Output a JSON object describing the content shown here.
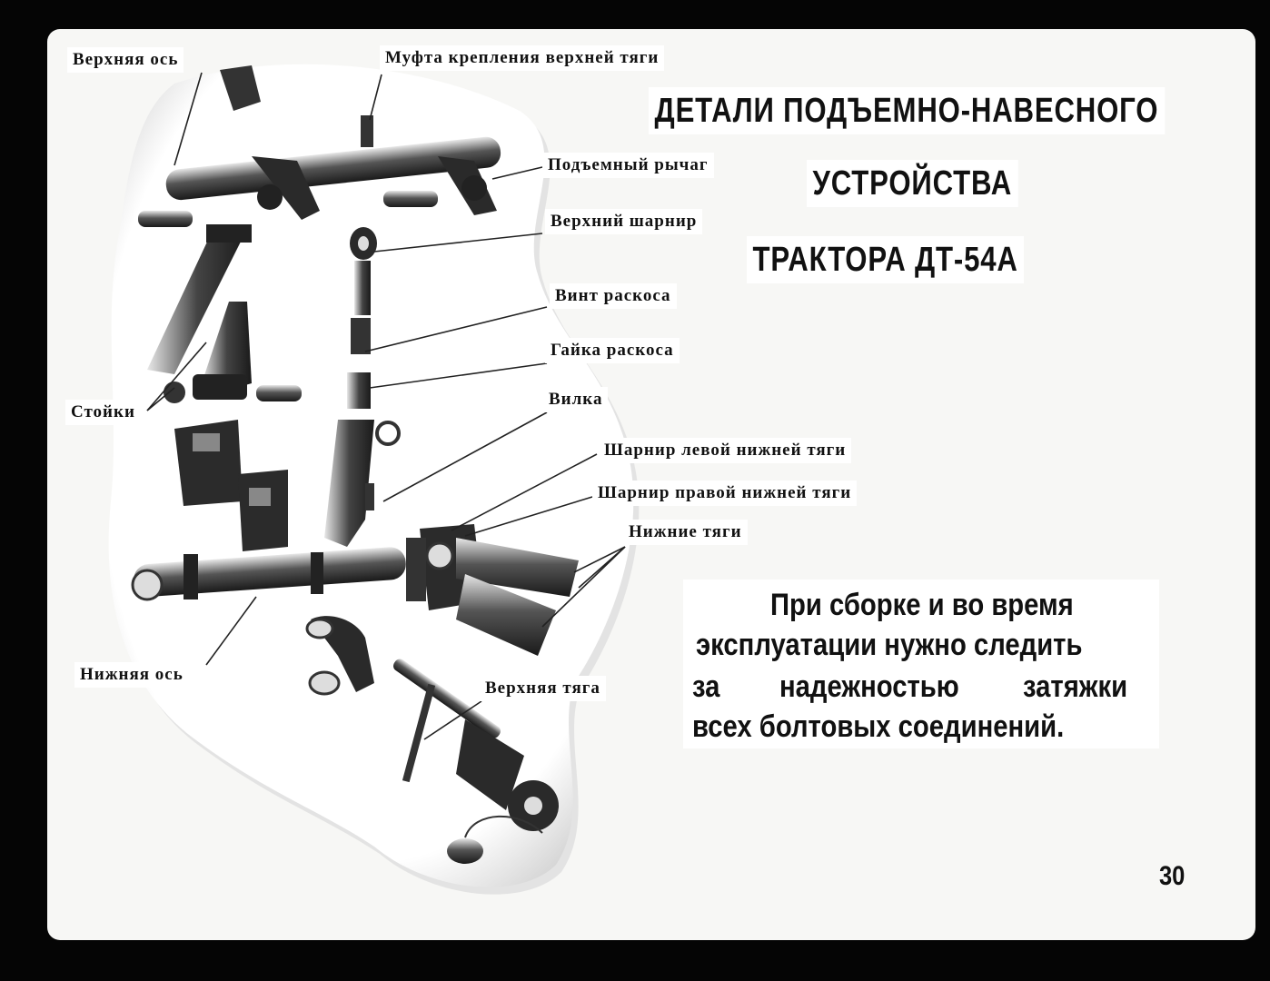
{
  "title": {
    "line1": "ДЕТАЛИ ПОДЪЕМНО-НАВЕСНОГО",
    "line2": "УСТРОЙСТВА",
    "line3": "ТРАКТОРА ДТ-54А"
  },
  "labels": {
    "upper_axle": "Верхняя ось",
    "upper_link_coupling": "Муфта крепления верхней тяги",
    "lift_arm": "Подъемный рычаг",
    "upper_joint": "Верхний шарнир",
    "brace_screw": "Винт раскоса",
    "brace_nut": "Гайка раскоса",
    "fork": "Вилка",
    "left_lower_link_joint": "Шарнир левой нижней тяги",
    "right_lower_link_joint": "Шарнир правой нижней тяги",
    "lower_links": "Нижние тяги",
    "stands": "Стойки",
    "lower_axle": "Нижняя ось",
    "upper_link": "Верхняя тяга"
  },
  "note": {
    "line1": "При сборке и во время",
    "line2": "эксплуатации нужно следить",
    "line3a": "за",
    "line3b": "надежностью",
    "line3c": "затяжки",
    "line4": "всех болтовых соединений."
  },
  "page_number": "30",
  "colors": {
    "frame": "#050505",
    "slide": "#f7f7f5",
    "text": "#111111"
  }
}
